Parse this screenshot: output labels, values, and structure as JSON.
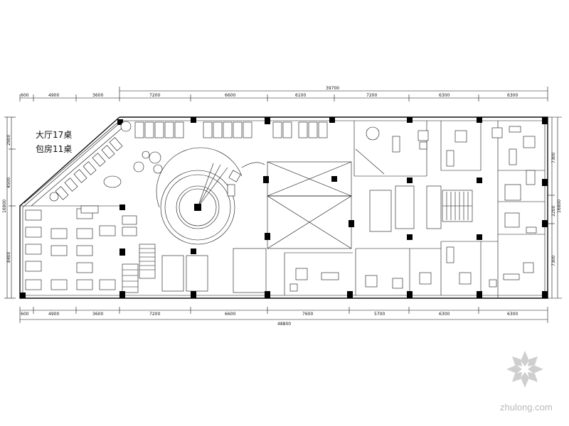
{
  "plan_notes": [
    "大厅17桌",
    "包房11桌"
  ],
  "top_dims": [
    "600",
    "4900",
    "3600",
    "7200",
    "6600",
    "6100",
    "7200",
    "6300",
    "6300"
  ],
  "top_total": "39700",
  "bottom_dims": [
    "600",
    "4900",
    "3600",
    "7200",
    "6600",
    "7600",
    "5700",
    "6300",
    "6300"
  ],
  "bottom_total": "48800",
  "left_dims": [
    "2900",
    "4500",
    "8400"
  ],
  "left_total": "16800",
  "right_dims": [
    "7300",
    "2200",
    "7300"
  ],
  "right_total": "16800",
  "watermark": "zhulong.com"
}
